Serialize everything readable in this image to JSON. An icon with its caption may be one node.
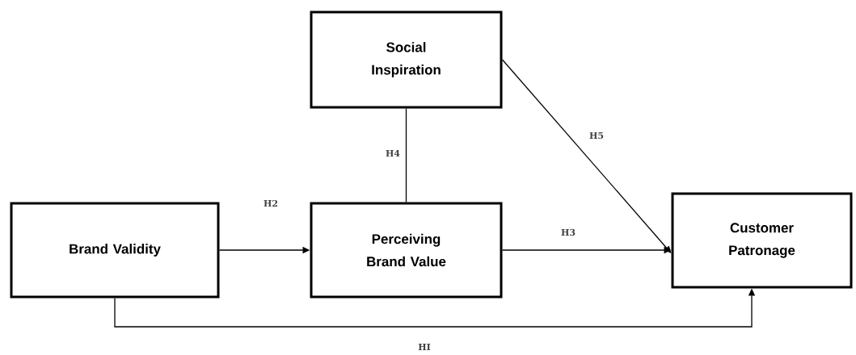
{
  "diagram": {
    "nodes": [
      {
        "text": [
          "Brand Validity"
        ]
      },
      {
        "text": [
          "Perceiving Brand Value"
        ]
      },
      {
        "text": [
          "Social Inspiration"
        ]
      },
      {
        "text": [
          "Customer Patronage"
        ]
      }
    ],
    "edges": [
      {
        "from": 0,
        "to": 1,
        "arrow": "to",
        "label": "H2"
      },
      {
        "from": 2,
        "to": 1,
        "arrow": "none",
        "label": "H4"
      },
      {
        "from": 2,
        "to": 3,
        "arrow": "to",
        "label": "H5"
      },
      {
        "from": 1,
        "to": 3,
        "arrow": "to",
        "label": "H3"
      },
      {
        "from": 0,
        "to": 3,
        "arrow": "to",
        "label": "HI"
      }
    ]
  }
}
